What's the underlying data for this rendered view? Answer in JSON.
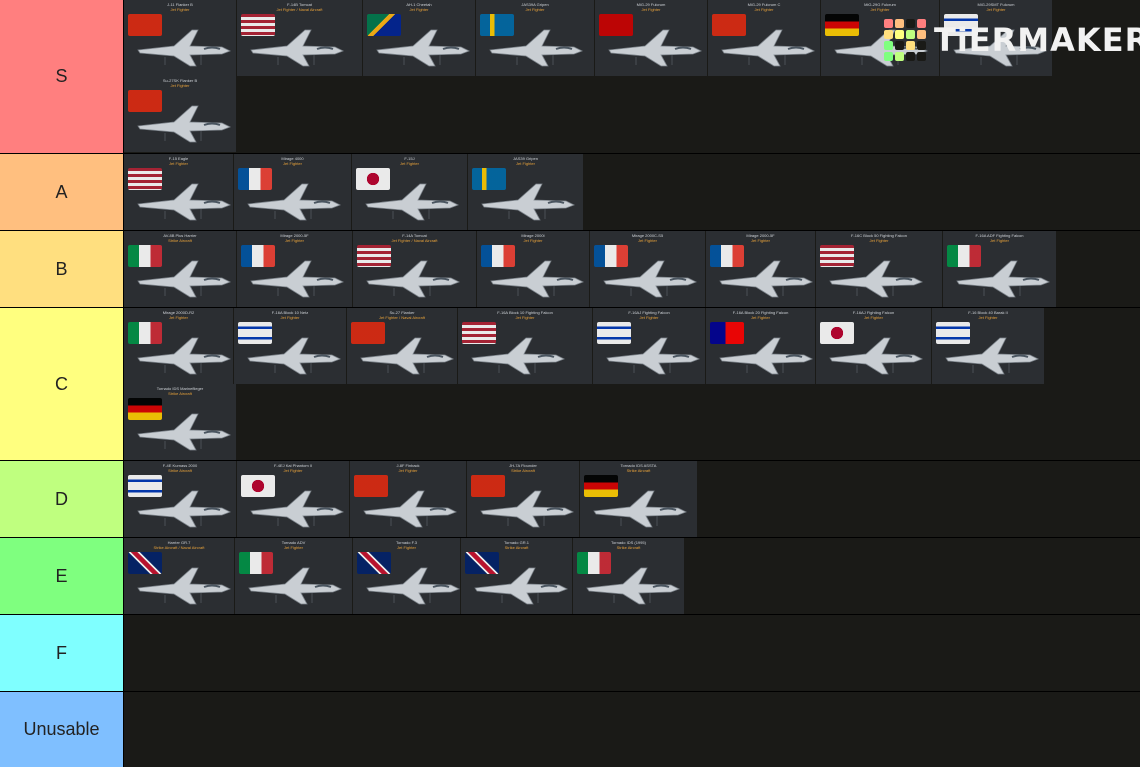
{
  "app": {
    "logo_text": "TiERMAKER"
  },
  "colors": {
    "background": "#1a1a17",
    "card": "#2b2e32"
  },
  "tiers": [
    {
      "label": "S",
      "color": "#ff7f7f",
      "items": [
        {
          "name": "J-11 Flanker B",
          "role": "Jet Fighter",
          "flag": "china"
        },
        {
          "name": "F-14B Tomcat",
          "role": "Jet Fighter / Naval Aircraft",
          "flag": "usa"
        },
        {
          "name": "AH-1 Cheetah",
          "role": "Jet Fighter",
          "flag": "south-africa"
        },
        {
          "name": "JAS39A Gripen",
          "role": "Jet Fighter",
          "flag": "sweden"
        },
        {
          "name": "MiG-29 Fulcrum",
          "role": "Jet Fighter",
          "flag": "ussr"
        },
        {
          "name": "MiG-29 Fulcrum C",
          "role": "Jet Fighter",
          "flag": "china"
        },
        {
          "name": "MiG-29G Fulcrum",
          "role": "Jet Fighter",
          "flag": "germany"
        },
        {
          "name": "MiG-29SMT Fulcrum",
          "role": "Jet Fighter",
          "flag": "israel"
        },
        {
          "name": "Su-27SK Flanker B",
          "role": "Jet Fighter",
          "flag": "china"
        }
      ]
    },
    {
      "label": "A",
      "color": "#ffbf7f",
      "items": [
        {
          "name": "F-15 Eagle",
          "role": "Jet Fighter",
          "flag": "usa"
        },
        {
          "name": "Mirage 4000",
          "role": "Jet Fighter",
          "flag": "france"
        },
        {
          "name": "F-15J",
          "role": "Jet Fighter",
          "flag": "japan"
        },
        {
          "name": "JAS39 Gripen",
          "role": "Jet Fighter",
          "flag": "sweden"
        }
      ]
    },
    {
      "label": "B",
      "color": "#ffdf7f",
      "items": [
        {
          "name": "AV-8B Plus Harrier",
          "role": "Strike Aircraft",
          "flag": "italy"
        },
        {
          "name": "Mirage 2000-5F",
          "role": "Jet Fighter",
          "flag": "france"
        },
        {
          "name": "F-14A Tomcat",
          "role": "Jet Fighter / Naval Aircraft",
          "flag": "usa"
        },
        {
          "name": "Mirage 2000I",
          "role": "Jet Fighter",
          "flag": "france"
        },
        {
          "name": "Mirage 2000C-S5",
          "role": "Jet Fighter",
          "flag": "france"
        },
        {
          "name": "Mirage 2000-5F",
          "role": "Jet Fighter",
          "flag": "france"
        },
        {
          "name": "F-16C Block 50 Fighting Falcon",
          "role": "Jet Fighter",
          "flag": "usa"
        },
        {
          "name": "F-16A ADF Fighting Falcon",
          "role": "Jet Fighter",
          "flag": "italy"
        }
      ]
    },
    {
      "label": "C",
      "color": "#ffff7f",
      "items": [
        {
          "name": "Mirage 2000D-R2",
          "role": "Jet Fighter",
          "flag": "italy"
        },
        {
          "name": "F-16A Block 10 Netz",
          "role": "Jet Fighter",
          "flag": "israel"
        },
        {
          "name": "Su-27 Flanker",
          "role": "Jet Fighter / Naval Aircraft",
          "flag": "china"
        },
        {
          "name": "F-16A Block 10 Fighting Falcon",
          "role": "Jet Fighter",
          "flag": "usa"
        },
        {
          "name": "F-16AJ Fighting Falcon",
          "role": "Jet Fighter",
          "flag": "israel"
        },
        {
          "name": "F-16A Block 20 Fighting Falcon",
          "role": "Jet Fighter",
          "flag": "taiwan"
        },
        {
          "name": "F-16AJ Fighting Falcon",
          "role": "Jet Fighter",
          "flag": "japan"
        },
        {
          "name": "F-16 Block 40 Barak II",
          "role": "Jet Fighter",
          "flag": "israel"
        },
        {
          "name": "Tornado IDS Marineflieger",
          "role": "Strike Aircraft",
          "flag": "germany"
        }
      ]
    },
    {
      "label": "D",
      "color": "#bfff7f",
      "items": [
        {
          "name": "F-4E Kurnass 2000",
          "role": "Strike Aircraft",
          "flag": "israel"
        },
        {
          "name": "F-4EJ Kai Phantom II",
          "role": "Jet Fighter",
          "flag": "japan"
        },
        {
          "name": "J-8F Finback",
          "role": "Jet Fighter",
          "flag": "china"
        },
        {
          "name": "JH-7A Flounder",
          "role": "Strike Aircraft",
          "flag": "china"
        },
        {
          "name": "Tornado IDS ASSTA",
          "role": "Strike Aircraft",
          "flag": "germany"
        }
      ]
    },
    {
      "label": "E",
      "color": "#7fff7f",
      "items": [
        {
          "name": "Harrier GR.7",
          "role": "Strike Aircraft / Naval Aircraft",
          "flag": "uk"
        },
        {
          "name": "Tornado ADV",
          "role": "Jet Fighter",
          "flag": "italy"
        },
        {
          "name": "Tornado F.3",
          "role": "Jet Fighter",
          "flag": "uk"
        },
        {
          "name": "Tornado GR.1",
          "role": "Strike Aircraft",
          "flag": "uk"
        },
        {
          "name": "Tornado IDS (1995)",
          "role": "Strike Aircraft",
          "flag": "italy"
        }
      ]
    },
    {
      "label": "F",
      "color": "#7fffff",
      "items": []
    },
    {
      "label": "Unusable",
      "color": "#7fbfff",
      "items": []
    }
  ]
}
